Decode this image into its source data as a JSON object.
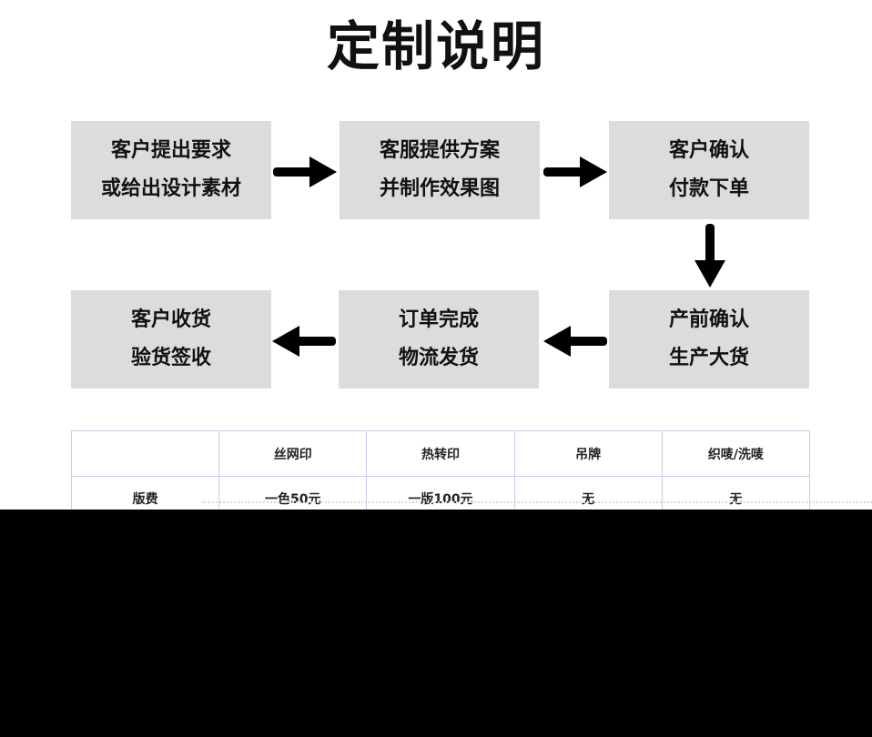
{
  "title": "定制说明",
  "flow": {
    "step1": {
      "line1": "客户提出要求",
      "line2": "或给出设计素材"
    },
    "step2": {
      "line1": "客服提供方案",
      "line2": "并制作效果图"
    },
    "step3": {
      "line1": "客户确认",
      "line2": "付款下单"
    },
    "step4": {
      "line1": "产前确认",
      "line2": "生产大货"
    },
    "step5": {
      "line1": "订单完成",
      "line2": "物流发货"
    },
    "step6": {
      "line1": "客户收货",
      "line2": "验货签收"
    }
  },
  "table": {
    "headers": [
      "",
      "丝网印",
      "热转印",
      "吊牌",
      "织唛/洗唛"
    ],
    "row1": [
      "版费",
      "一色50元",
      "一版100元",
      "无",
      "无"
    ]
  }
}
